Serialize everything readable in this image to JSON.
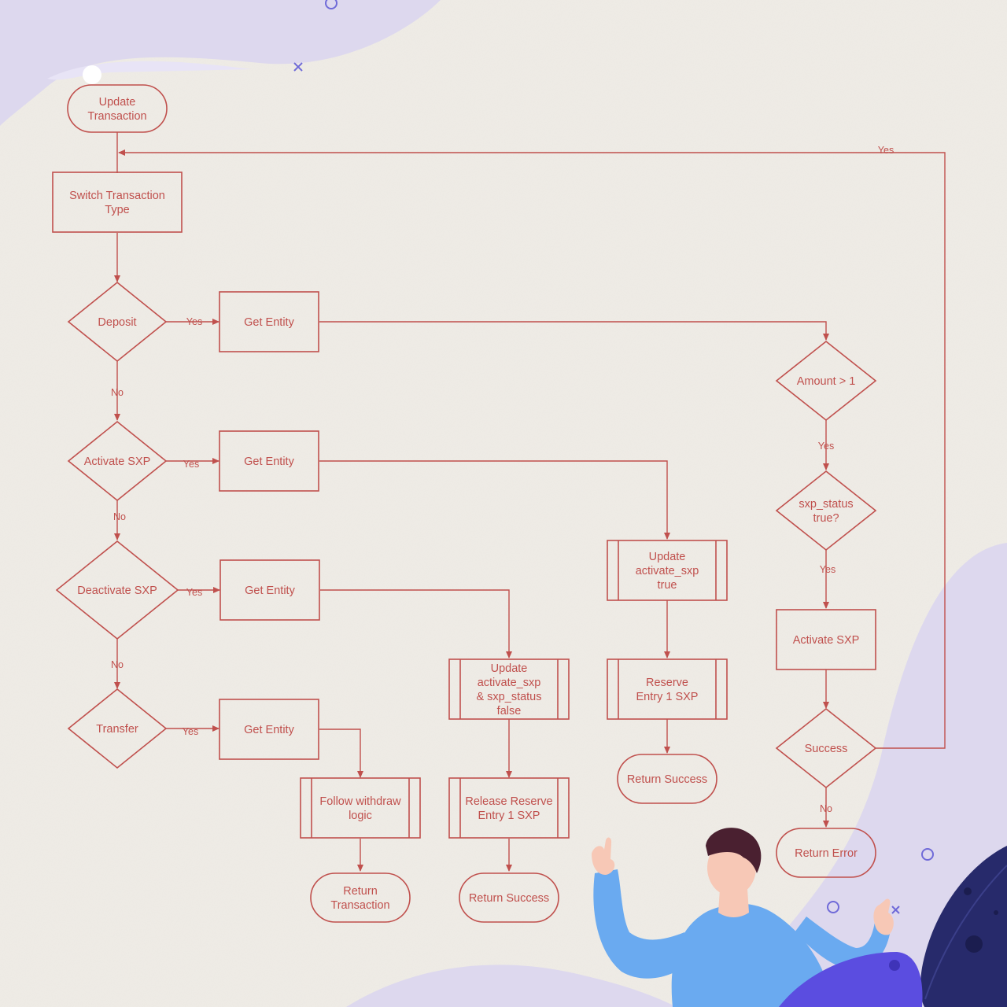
{
  "nodes": {
    "start": {
      "lines": [
        "Update",
        "Transaction"
      ]
    },
    "switch": {
      "lines": [
        "Switch Transaction",
        "Type"
      ]
    },
    "deposit": {
      "lines": [
        "Deposit"
      ]
    },
    "get1": {
      "lines": [
        "Get Entity"
      ]
    },
    "activate": {
      "lines": [
        "Activate SXP"
      ]
    },
    "get2": {
      "lines": [
        "Get Entity"
      ]
    },
    "deactivate": {
      "lines": [
        "Deactivate SXP"
      ]
    },
    "get3": {
      "lines": [
        "Get Entity"
      ]
    },
    "transfer": {
      "lines": [
        "Transfer"
      ]
    },
    "get4": {
      "lines": [
        "Get Entity"
      ]
    },
    "follow_withdraw": {
      "lines": [
        "Follow withdraw",
        "logic"
      ]
    },
    "return_tx": {
      "lines": [
        "Return",
        "Transaction"
      ]
    },
    "update_false": {
      "lines": [
        "Update",
        "activate_sxp",
        "& sxp_status",
        "false"
      ]
    },
    "release_reserve": {
      "lines": [
        "Release Reserve",
        "Entry 1 SXP"
      ]
    },
    "return_success_2": {
      "lines": [
        "Return Success"
      ]
    },
    "update_true": {
      "lines": [
        "Update",
        "activate_sxp",
        "true"
      ]
    },
    "reserve_entry": {
      "lines": [
        "Reserve",
        "Entry 1 SXP"
      ]
    },
    "return_success_1": {
      "lines": [
        "Return Success"
      ]
    },
    "amount": {
      "lines": [
        "Amount > 1"
      ]
    },
    "sxp_status": {
      "lines": [
        "sxp_status",
        "true?"
      ]
    },
    "activate_sxp_box": {
      "lines": [
        "Activate SXP"
      ]
    },
    "success": {
      "lines": [
        "Success"
      ]
    },
    "return_error": {
      "lines": [
        "Return Error"
      ]
    }
  },
  "edge_labels": {
    "loop_yes": "Yes",
    "deposit_yes": "Yes",
    "deposit_no": "No",
    "activate_yes": "Yes",
    "activate_no": "No",
    "deactivate_yes": "Yes",
    "deactivate_no": "No",
    "transfer_yes": "Yes",
    "amount_yes": "Yes",
    "sxp_status_yes": "Yes",
    "success_no": "No"
  },
  "colors": {
    "stroke": "#c0504d",
    "paper": "#efece6",
    "blob": "#ddd8ee",
    "person_shirt": "#6aaaf0",
    "person_skin": "#f7c8b6",
    "person_hair": "#4a2030",
    "leaf_dark": "#272a6b",
    "leaf_purple": "#5b4de0"
  }
}
